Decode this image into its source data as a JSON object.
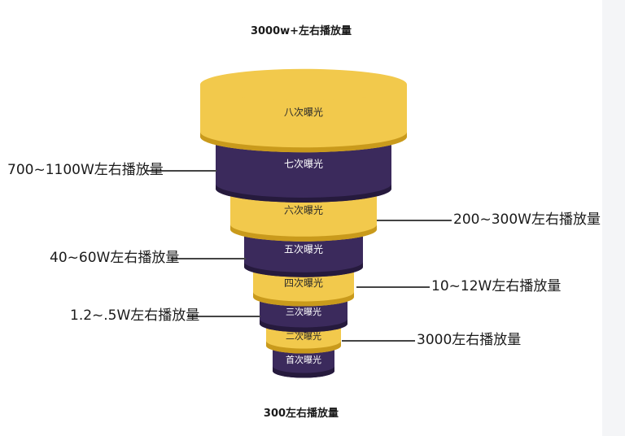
{
  "colors": {
    "gold": "#f2c94c",
    "gold_dark": "#c99a1c",
    "purple": "#3b2a5c",
    "purple_dark": "#261a3d",
    "label_on_gold": "#2a2a2a",
    "label_on_purple": "#ffffff"
  },
  "captions": {
    "top": "3000w+左右播放量",
    "bottom": "300左右播放量"
  },
  "tiers": [
    {
      "label": "八次曝光",
      "color": "gold"
    },
    {
      "label": "七次曝光",
      "color": "purple"
    },
    {
      "label": "六次曝光",
      "color": "gold"
    },
    {
      "label": "五次曝光",
      "color": "purple"
    },
    {
      "label": "四次曝光",
      "color": "gold"
    },
    {
      "label": "三次曝光",
      "color": "purple"
    },
    {
      "label": "二次曝光",
      "color": "gold"
    },
    {
      "label": "首次曝光",
      "color": "purple"
    }
  ],
  "callouts": {
    "left": [
      {
        "text": "700~1100W左右播放量"
      },
      {
        "text": "40~60W左右播放量"
      },
      {
        "text": "1.2~.5W左右播放量"
      }
    ],
    "right": [
      {
        "text": "200~300W左右播放量"
      },
      {
        "text": "10~12W左右播放量"
      },
      {
        "text": "3000左右播放量"
      }
    ]
  }
}
